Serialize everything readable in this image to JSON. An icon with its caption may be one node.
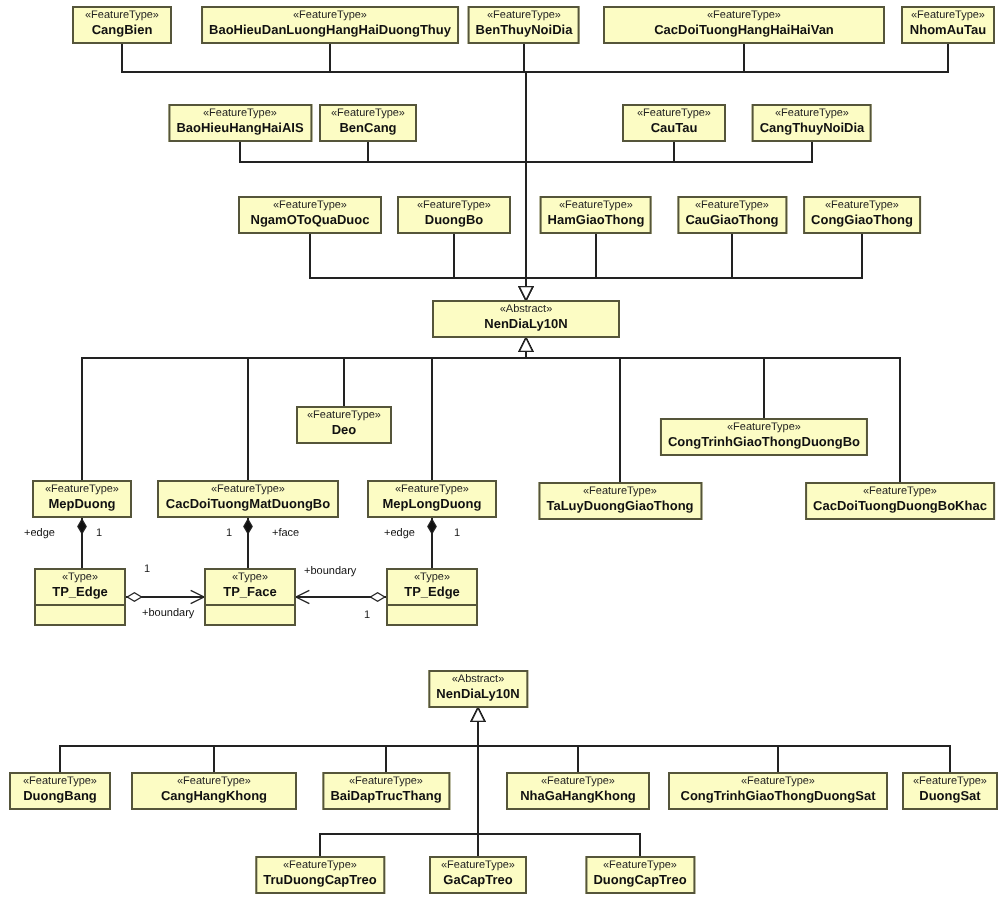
{
  "diagram": {
    "nodes": [
      {
        "text": [
          "«FeatureType»",
          "CangBien"
        ]
      },
      {
        "text": [
          "«FeatureType»",
          "BaoHieuDanLuongHangHaiDuongThuy"
        ]
      },
      {
        "text": [
          "«FeatureType»",
          "BenThuyNoiDia"
        ]
      },
      {
        "text": [
          "«FeatureType»",
          "CacDoiTuongHangHaiHaiVan"
        ]
      },
      {
        "text": [
          "«FeatureType»",
          "NhomAuTau"
        ]
      },
      {
        "text": [
          "«FeatureType»",
          "BaoHieuHangHaiAIS"
        ]
      },
      {
        "text": [
          "«FeatureType»",
          "BenCang"
        ]
      },
      {
        "text": [
          "«FeatureType»",
          "CauTau"
        ]
      },
      {
        "text": [
          "«FeatureType»",
          "CangThuyNoiDia"
        ]
      },
      {
        "text": [
          "«FeatureType»",
          "NgamOToQuaDuoc"
        ]
      },
      {
        "text": [
          "«FeatureType»",
          "DuongBo"
        ]
      },
      {
        "text": [
          "«FeatureType»",
          "HamGiaoThong"
        ]
      },
      {
        "text": [
          "«FeatureType»",
          "CauGiaoThong"
        ]
      },
      {
        "text": [
          "«FeatureType»",
          "CongGiaoThong"
        ]
      },
      {
        "text": [
          "«Abstract»",
          "NenDiaLy10N"
        ]
      },
      {
        "text": [
          "«FeatureType»",
          "Deo"
        ]
      },
      {
        "text": [
          "«FeatureType»",
          "CongTrinhGiaoThongDuongBo"
        ]
      },
      {
        "text": [
          "«FeatureType»",
          "MepDuong"
        ]
      },
      {
        "text": [
          "«FeatureType»",
          "CacDoiTuongMatDuongBo"
        ]
      },
      {
        "text": [
          "«FeatureType»",
          "MepLongDuong"
        ]
      },
      {
        "text": [
          "«FeatureType»",
          "TaLuyDuongGiaoThong"
        ]
      },
      {
        "text": [
          "«FeatureType»",
          "CacDoiTuongDuongBoKhac"
        ]
      },
      {
        "text": [
          "«Type»",
          "TP_Edge"
        ]
      },
      {
        "text": [
          "«Type»",
          "TP_Face"
        ]
      },
      {
        "text": [
          "«Type»",
          "TP_Edge"
        ]
      },
      {
        "text": [
          "«Abstract»",
          "NenDiaLy10N"
        ]
      },
      {
        "text": [
          "«FeatureType»",
          "DuongBang"
        ]
      },
      {
        "text": [
          "«FeatureType»",
          "CangHangKhong"
        ]
      },
      {
        "text": [
          "«FeatureType»",
          "BaiDapTrucThang"
        ]
      },
      {
        "text": [
          "«FeatureType»",
          "NhaGaHangKhong"
        ]
      },
      {
        "text": [
          "«FeatureType»",
          "CongTrinhGiaoThongDuongSat"
        ]
      },
      {
        "text": [
          "«FeatureType»",
          "DuongSat"
        ]
      },
      {
        "text": [
          "«FeatureType»",
          "TruDuongCapTreo"
        ]
      },
      {
        "text": [
          "«FeatureType»",
          "GaCapTreo"
        ]
      },
      {
        "text": [
          "«FeatureType»",
          "DuongCapTreo"
        ]
      }
    ],
    "edges": [
      {
        "from": 0,
        "to": 14,
        "arrow": "to"
      },
      {
        "from": 1,
        "to": 14,
        "arrow": "to"
      },
      {
        "from": 2,
        "to": 14,
        "arrow": "to"
      },
      {
        "from": 3,
        "to": 14,
        "arrow": "to"
      },
      {
        "from": 4,
        "to": 14,
        "arrow": "to"
      },
      {
        "from": 5,
        "to": 14,
        "arrow": "to"
      },
      {
        "from": 6,
        "to": 14,
        "arrow": "to"
      },
      {
        "from": 7,
        "to": 14,
        "arrow": "to"
      },
      {
        "from": 8,
        "to": 14,
        "arrow": "to"
      },
      {
        "from": 9,
        "to": 14,
        "arrow": "to"
      },
      {
        "from": 10,
        "to": 14,
        "arrow": "to"
      },
      {
        "from": 11,
        "to": 14,
        "arrow": "to"
      },
      {
        "from": 12,
        "to": 14,
        "arrow": "to"
      },
      {
        "from": 13,
        "to": 14,
        "arrow": "to"
      },
      {
        "from": 15,
        "to": 14,
        "arrow": "to"
      },
      {
        "from": 16,
        "to": 14,
        "arrow": "to"
      },
      {
        "from": 17,
        "to": 14,
        "arrow": "to"
      },
      {
        "from": 18,
        "to": 14,
        "arrow": "to"
      },
      {
        "from": 19,
        "to": 14,
        "arrow": "to"
      },
      {
        "from": 20,
        "to": 14,
        "arrow": "to"
      },
      {
        "from": 21,
        "to": 14,
        "arrow": "to"
      },
      {
        "from": 17,
        "to": 22,
        "arrow": "other",
        "label": "+edge"
      },
      {
        "from": 18,
        "to": 23,
        "arrow": "other",
        "label": "+face"
      },
      {
        "from": 19,
        "to": 24,
        "arrow": "other",
        "label": "+edge"
      },
      {
        "from": 22,
        "to": 23,
        "arrow": "to",
        "label": "+boundary"
      },
      {
        "from": 24,
        "to": 23,
        "arrow": "to",
        "label": "+boundary"
      },
      {
        "from": 26,
        "to": 25,
        "arrow": "to"
      },
      {
        "from": 27,
        "to": 25,
        "arrow": "to"
      },
      {
        "from": 28,
        "to": 25,
        "arrow": "to"
      },
      {
        "from": 29,
        "to": 25,
        "arrow": "to"
      },
      {
        "from": 30,
        "to": 25,
        "arrow": "to"
      },
      {
        "from": 31,
        "to": 25,
        "arrow": "to"
      },
      {
        "from": 32,
        "to": 25,
        "arrow": "to"
      },
      {
        "from": 33,
        "to": 25,
        "arrow": "to"
      },
      {
        "from": 34,
        "to": 25,
        "arrow": "to"
      }
    ],
    "labels": [
      "1",
      "1",
      "1",
      "1",
      "1"
    ]
  }
}
